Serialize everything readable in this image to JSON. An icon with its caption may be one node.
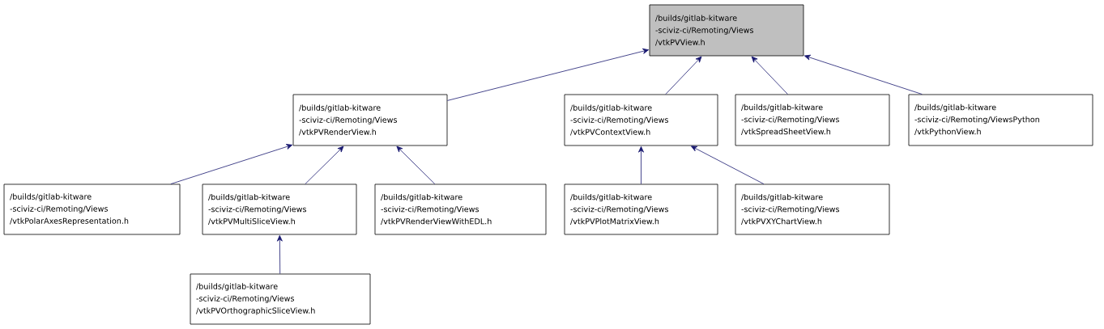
{
  "diagram": {
    "nodes": [
      {
        "text": [
          "/builds/gitlab-kitware -sciviz-ci/Remoting/Views /vtkPVView.h"
        ]
      },
      {
        "text": [
          "/builds/gitlab-kitware -sciviz-ci/Remoting/Views /vtkPVRenderView.h"
        ]
      },
      {
        "text": [
          "/builds/gitlab-kitware -sciviz-ci/Remoting/Views /vtkPVContextView.h"
        ]
      },
      {
        "text": [
          "/builds/gitlab-kitware -sciviz-ci/Remoting/Views /vtkSpreadSheetView.h"
        ]
      },
      {
        "text": [
          "/builds/gitlab-kitware -sciviz-ci/Remoting/ViewsPython /vtkPythonView.h"
        ]
      },
      {
        "text": [
          "/builds/gitlab-kitware -sciviz-ci/Remoting/Views /vtkPolarAxesRepresentation.h"
        ]
      },
      {
        "text": [
          "/builds/gitlab-kitware -sciviz-ci/Remoting/Views /vtkPVMultiSliceView.h"
        ]
      },
      {
        "text": [
          "/builds/gitlab-kitware -sciviz-ci/Remoting/Views /vtkPVRenderViewWithEDL.h"
        ]
      },
      {
        "text": [
          "/builds/gitlab-kitware -sciviz-ci/Remoting/Views /vtkPVPlotMatrixView.h"
        ]
      },
      {
        "text": [
          "/builds/gitlab-kitware -sciviz-ci/Remoting/Views /vtkPVXYChartView.h"
        ]
      },
      {
        "text": [
          "/builds/gitlab-kitware -sciviz-ci/Remoting/Views /vtkPVOrthographicSliceView.h"
        ]
      }
    ],
    "edges": [
      {
        "from": 1,
        "to": 0,
        "arrow": "to"
      },
      {
        "from": 2,
        "to": 0,
        "arrow": "to"
      },
      {
        "from": 3,
        "to": 0,
        "arrow": "to"
      },
      {
        "from": 4,
        "to": 0,
        "arrow": "to"
      },
      {
        "from": 5,
        "to": 1,
        "arrow": "to"
      },
      {
        "from": 6,
        "to": 1,
        "arrow": "to"
      },
      {
        "from": 7,
        "to": 1,
        "arrow": "to"
      },
      {
        "from": 8,
        "to": 2,
        "arrow": "to"
      },
      {
        "from": 9,
        "to": 2,
        "arrow": "to"
      },
      {
        "from": 10,
        "to": 6,
        "arrow": "to"
      }
    ]
  }
}
